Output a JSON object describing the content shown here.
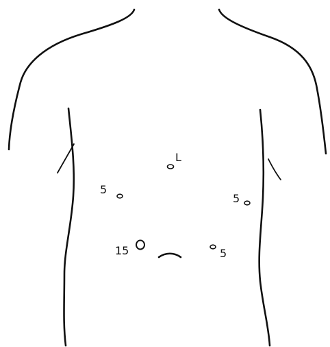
{
  "diagram": {
    "ports": [
      {
        "id": "upper-midline",
        "label": "L"
      },
      {
        "id": "left-lateral",
        "label": "5"
      },
      {
        "id": "right-lateral",
        "label": "5"
      },
      {
        "id": "left-lower",
        "label": "15"
      },
      {
        "id": "right-lower",
        "label": "5"
      }
    ],
    "colors": {
      "line": "#111111",
      "background": "#ffffff"
    }
  }
}
